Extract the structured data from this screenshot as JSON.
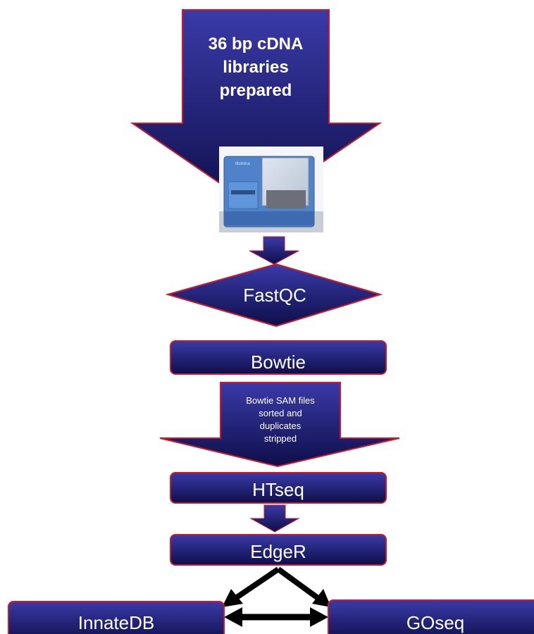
{
  "colors": {
    "fill_top": "#3a3aa8",
    "fill_bottom": "#0e0e4a",
    "border": "#cc1a2a",
    "arrow_black": "#000000",
    "text": "#ffffff"
  },
  "steps": {
    "library_prep": [
      "36 bp cDNA",
      "libraries",
      "prepared"
    ],
    "sequencer_image": "sequencer-photo",
    "fastqc": "FastQC",
    "bowtie": "Bowtie",
    "sam_processing": [
      "Bowtie SAM files",
      "sorted and",
      "duplicates",
      "stripped"
    ],
    "htseq": "HTseq",
    "edger": "EdgeR",
    "innatedb": "InnateDB",
    "goseq": "GOseq"
  }
}
